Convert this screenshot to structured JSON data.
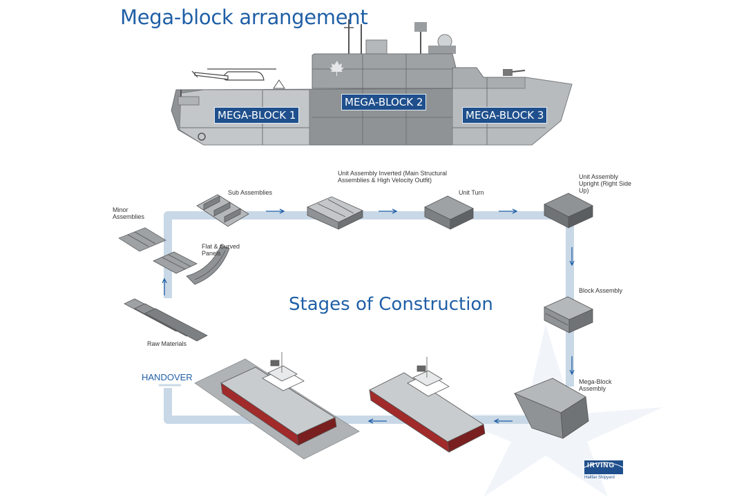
{
  "title": "Mega-block arrangement",
  "mega_blocks": [
    "MEGA-BLOCK 1",
    "MEGA-BLOCK 2",
    "MEGA-BLOCK 3"
  ],
  "center_title": "Stages of Construction",
  "stages": {
    "minor_assemblies": "Minor Assemblies",
    "sub_assemblies": "Sub Assemblies",
    "unit_assembly_inverted": "Unit Assembly Inverted (Main Structural Assemblies & High Velocity Outfit)",
    "unit_turn": "Unit Turn",
    "unit_assembly_upright": "Unit Assembly Upright (Right Side Up)",
    "flat_curved_panels": "Flat & Curved Panels",
    "raw_materials": "Raw Materials",
    "block_assembly": "Block Assembly",
    "mega_block_assembly": "Mega-Block Assembly",
    "handover": "HANDOVER"
  },
  "logo": {
    "name": "IRVING",
    "sub": "Halifax Shipyard"
  },
  "colors": {
    "accent": "#1f5fa6",
    "label_bg": "#1f4f8c",
    "track": "#c9d8e6",
    "hull": "#8f9396",
    "hull_light": "#c4c7ca"
  }
}
